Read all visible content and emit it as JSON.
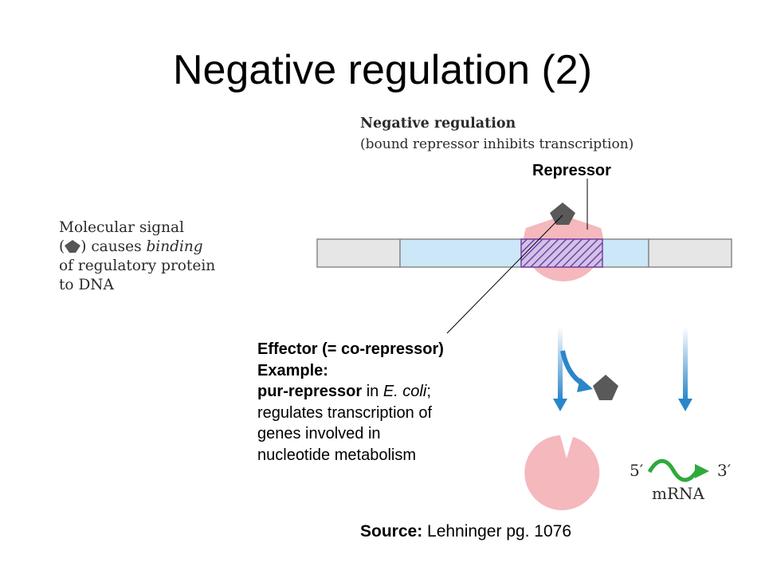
{
  "slide": {
    "title": "Negative regulation (2)"
  },
  "figure": {
    "heading": "Negative regulation",
    "subheading": "(bound repressor inhibits transcription)",
    "signal_caption": {
      "line1": "Molecular signal",
      "line2_open": "(",
      "line2_rest": ") causes ",
      "line2_italic": "binding",
      "line3": "of regulatory protein",
      "line4": "to DNA"
    },
    "mrna_five": "5′",
    "mrna_three": "3′",
    "mrna_label": "mRNA"
  },
  "labels": {
    "repressor": "Repressor",
    "effector_title": "Effector (= co-repressor)",
    "example_label": "Example:",
    "example_bold": "pur-repressor",
    "example_in": " in ",
    "example_species": "E. coli",
    "example_semicolon": ";",
    "line_regulates": "regulates transcription of",
    "line_genes": "genes involved in",
    "line_metabolism": "nucleotide metabolism"
  },
  "source": {
    "label": "Source:",
    "text": " Lehninger pg. 1076"
  },
  "colors": {
    "dna_gray": "#e6e6e6",
    "dna_blue": "#cce7f7",
    "repressor_pink": "#f4b8bd",
    "operator_hatch": "#7b3fa0",
    "effector_gray": "#595959",
    "arrow_blue": "#2a86c9",
    "mrna_green": "#2eaa3c"
  }
}
